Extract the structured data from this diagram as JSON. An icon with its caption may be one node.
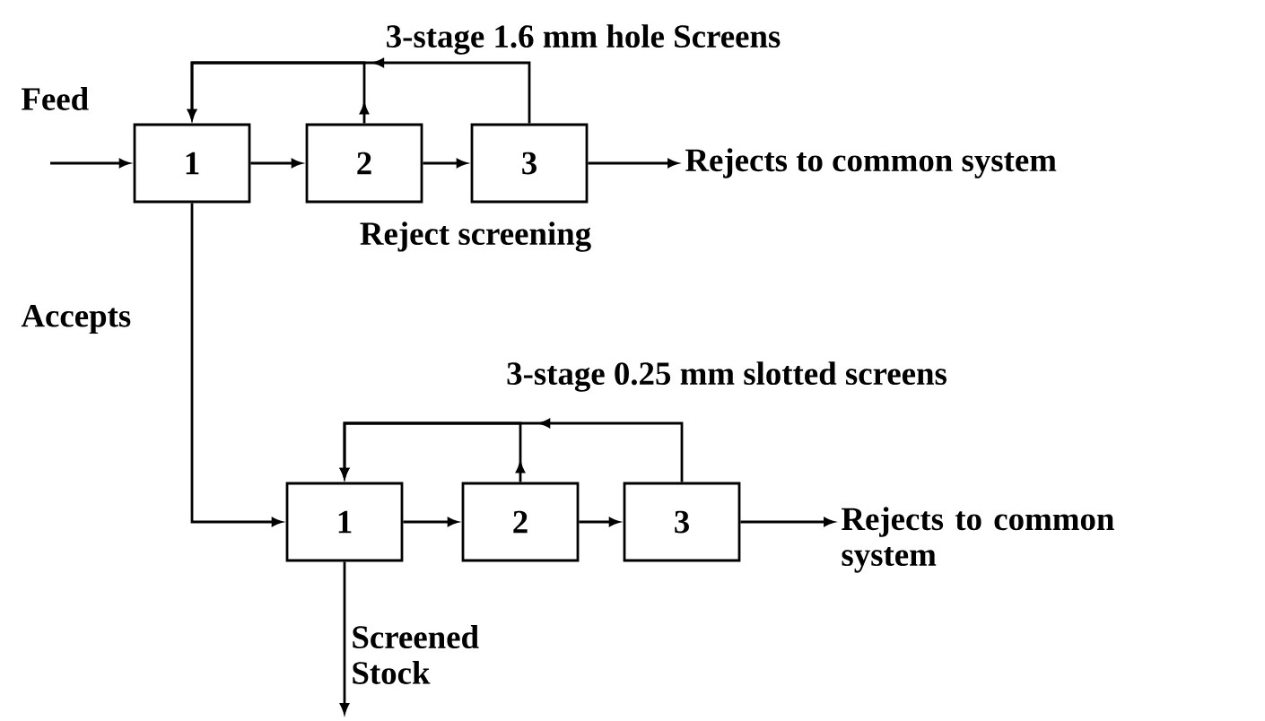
{
  "diagram": {
    "nodes": [
      {
        "text": [
          "1"
        ]
      },
      {
        "text": [
          "2"
        ]
      },
      {
        "text": [
          "3"
        ]
      },
      {
        "text": [
          "Rejects to common system"
        ]
      },
      {
        "text": [
          "1"
        ]
      },
      {
        "text": [
          "2"
        ]
      },
      {
        "text": [
          "3"
        ]
      },
      {
        "text": [
          "Rejects to common system"
        ]
      }
    ],
    "edges": [
      {
        "from": null,
        "to": 0,
        "arrow": "to",
        "label": "Feed"
      },
      {
        "from": 0,
        "to": 1,
        "arrow": "to"
      },
      {
        "from": 1,
        "to": 2,
        "arrow": "to"
      },
      {
        "from": 2,
        "to": 3,
        "arrow": "to"
      },
      {
        "from": 2,
        "to": 0,
        "arrow": "to"
      },
      {
        "from": 1,
        "to": 0,
        "arrow": "to"
      },
      {
        "from": 0,
        "to": 4,
        "arrow": "to",
        "label": "Accepts"
      },
      {
        "from": 4,
        "to": 5,
        "arrow": "to"
      },
      {
        "from": 5,
        "to": 6,
        "arrow": "to"
      },
      {
        "from": 6,
        "to": 7,
        "arrow": "to"
      },
      {
        "from": 6,
        "to": 4,
        "arrow": "to"
      },
      {
        "from": 5,
        "to": 4,
        "arrow": "to"
      },
      {
        "from": 4,
        "to": null,
        "arrow": "to",
        "label": "Screened Stock"
      }
    ],
    "labels": [
      "3-stage 1.6 mm hole Screens",
      "Reject screening",
      "3-stage 0.25 mm slotted screens"
    ]
  }
}
